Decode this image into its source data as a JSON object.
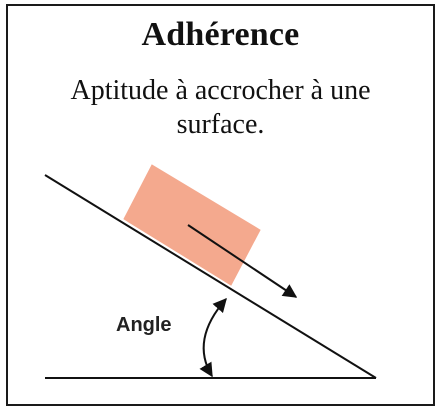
{
  "card": {
    "title": "Adhérence",
    "subtitle": "Aptitude à accrocher à une surface."
  },
  "diagram": {
    "angle_label": "Angle",
    "colors": {
      "block_fill": "#f4a98e",
      "line": "#111111"
    },
    "icons": [
      "block-shape",
      "motion-arrow-icon",
      "angle-arc-icon"
    ]
  }
}
